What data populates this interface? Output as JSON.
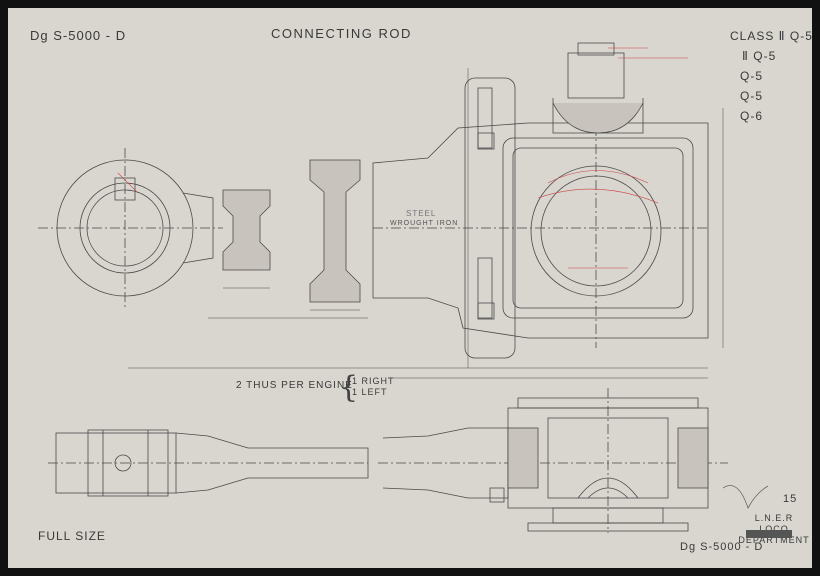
{
  "drawing_number_top": "Dg S-5000 - D",
  "title": "CONNECTING ROD",
  "class_lines": [
    "CLASS Ⅱ Q-5",
    "Ⅱ Q-5",
    "Q-5",
    "Q-5",
    "Q-6"
  ],
  "material_label_1": "STEEL",
  "material_label_2": "WROUGHT IRON",
  "quantity_note": "2 THUS PER ENGINE",
  "handedness": [
    "1 RIGHT",
    "1 LEFT"
  ],
  "scale_note": "FULL SIZE",
  "sheet_number": "15",
  "company": "L.N.E.R",
  "department": "LOCO DEPARTMENT",
  "drawing_number_bottom": "Dg S-5000 - D",
  "colors": {
    "paper": "#d9d5cf",
    "ink": "#3a3a3a",
    "red_ink": "#c44444",
    "border": "#111111"
  }
}
